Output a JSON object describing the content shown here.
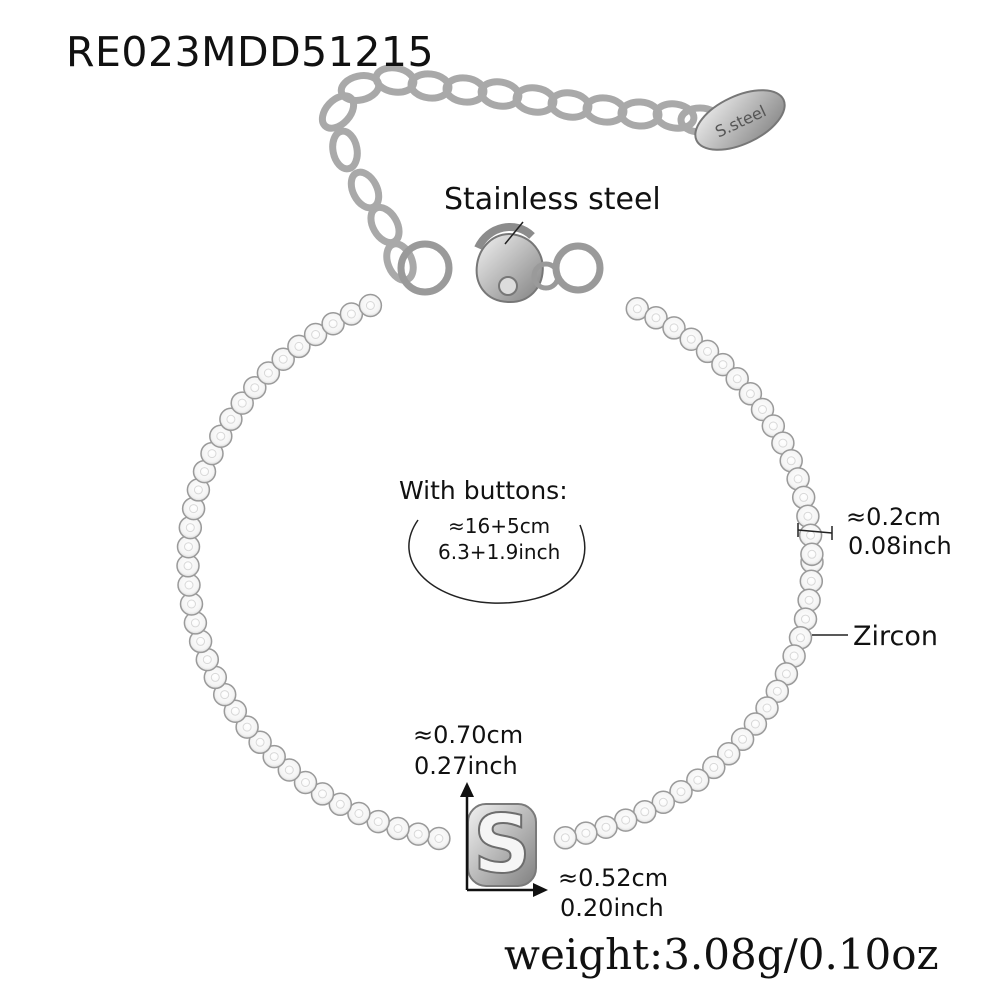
{
  "product_code": "RE023MDD51215",
  "tag_text": "S.steel",
  "material_label": "Stainless steel",
  "pendant_letter": "S",
  "length": {
    "heading": "With buttons:",
    "cm": "≈16+5cm",
    "inch": "6.3+1.9inch"
  },
  "chain_width": {
    "cm": "≈0.2cm",
    "inch": "0.08inch"
  },
  "stone_label": "Zircon",
  "pendant_height": {
    "cm": "≈0.70cm",
    "inch": "0.27inch"
  },
  "pendant_width": {
    "cm": "≈0.52cm",
    "inch": "0.20inch"
  },
  "weight": "weight:3.08g/0.10oz",
  "colors": {
    "metal": "#a9a9a9",
    "metal_dark": "#6e6e6e",
    "zircon_face": "#f7f7f7",
    "zircon_outline": "#9a9a9a",
    "text": "#111111"
  }
}
